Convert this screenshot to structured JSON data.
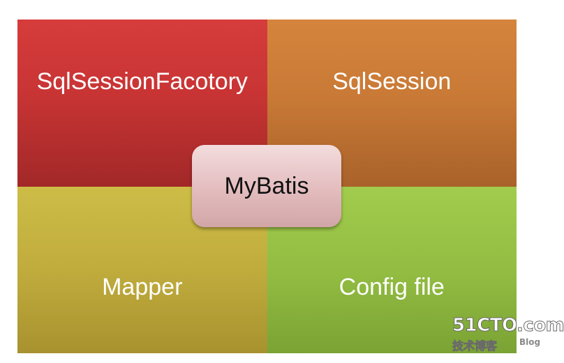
{
  "diagram": {
    "quadrants": {
      "top_left": "SqlSessionFacotory",
      "top_right": "SqlSession",
      "bottom_left": "Mapper",
      "bottom_right": "Config file"
    },
    "center": "MyBatis",
    "colors": {
      "top_left": "#c83434",
      "top_right": "#c97a36",
      "bottom_left": "#c0ac3d",
      "bottom_right": "#93bd42",
      "center": "#e3bcbe"
    }
  },
  "watermark": {
    "brand": "51CTO.com",
    "subtitle": "技术博客",
    "tag": "Blog"
  }
}
